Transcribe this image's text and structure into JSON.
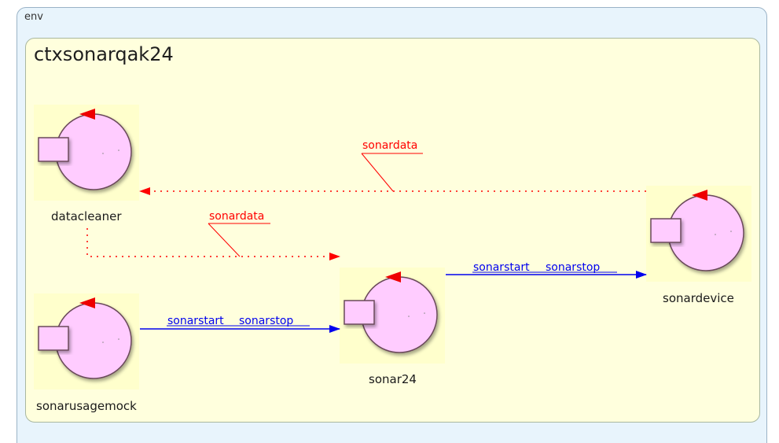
{
  "env": {
    "label": "env"
  },
  "context": {
    "name": "ctxsonarqak24"
  },
  "actors": [
    {
      "id": "datacleaner",
      "label": "datacleaner"
    },
    {
      "id": "sonarusagemock",
      "label": "sonarusagemock"
    },
    {
      "id": "sonar24",
      "label": "sonar24"
    },
    {
      "id": "sonardevice",
      "label": "sonardevice"
    }
  ],
  "messages": [
    {
      "from": "sonardevice",
      "to": "datacleaner",
      "labels": [
        "sonardata"
      ],
      "kind": "event"
    },
    {
      "from": "datacleaner",
      "to": "sonar24",
      "labels": [
        "sonardata"
      ],
      "kind": "event"
    },
    {
      "from": "sonarusagemock",
      "to": "sonar24",
      "labels": [
        "sonarstart",
        "sonarstop"
      ],
      "kind": "dispatch"
    },
    {
      "from": "sonar24",
      "to": "sonardevice",
      "labels": [
        "sonarstart",
        "sonarstop"
      ],
      "kind": "dispatch"
    }
  ],
  "colors": {
    "event": "#ff0000",
    "dispatch": "#0000ee",
    "actor_fill": "#ffccff",
    "actor_bg": "#ffffcc",
    "actor_marker": "#ee0000"
  }
}
